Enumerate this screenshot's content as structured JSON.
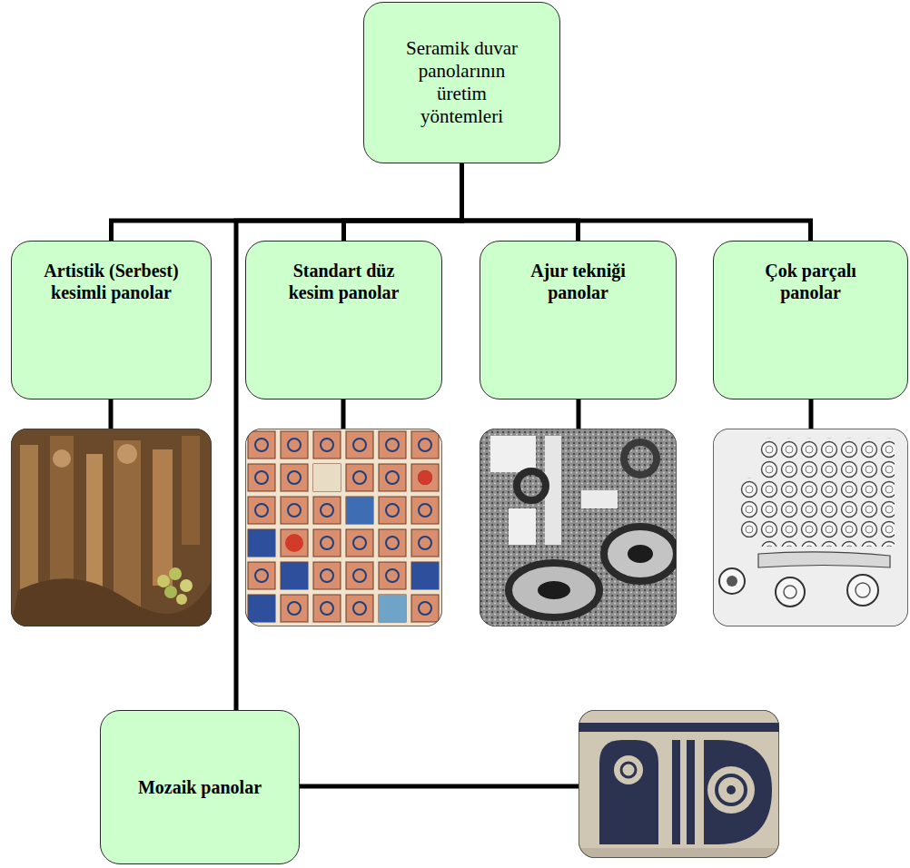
{
  "diagram": {
    "nodes": [
      {
        "text": [
          "Seramik duvar panolarının üretim yöntemleri"
        ]
      },
      {
        "text": [
          "Artistik (Serbest) kesimli panolar"
        ]
      },
      {
        "text": [
          "Standart düz kesim panolar"
        ]
      },
      {
        "text": [
          "Ajur tekniği panolar"
        ]
      },
      {
        "text": [
          "Çok parçalı panolar"
        ]
      },
      {
        "text": [
          "Mozaik panolar"
        ]
      }
    ],
    "edges": [
      {
        "from": 0,
        "to": 1,
        "arrow": "none"
      },
      {
        "from": 0,
        "to": 2,
        "arrow": "none"
      },
      {
        "from": 0,
        "to": 3,
        "arrow": "none"
      },
      {
        "from": 0,
        "to": 4,
        "arrow": "none"
      },
      {
        "from": 0,
        "to": 5,
        "arrow": "none"
      }
    ]
  }
}
